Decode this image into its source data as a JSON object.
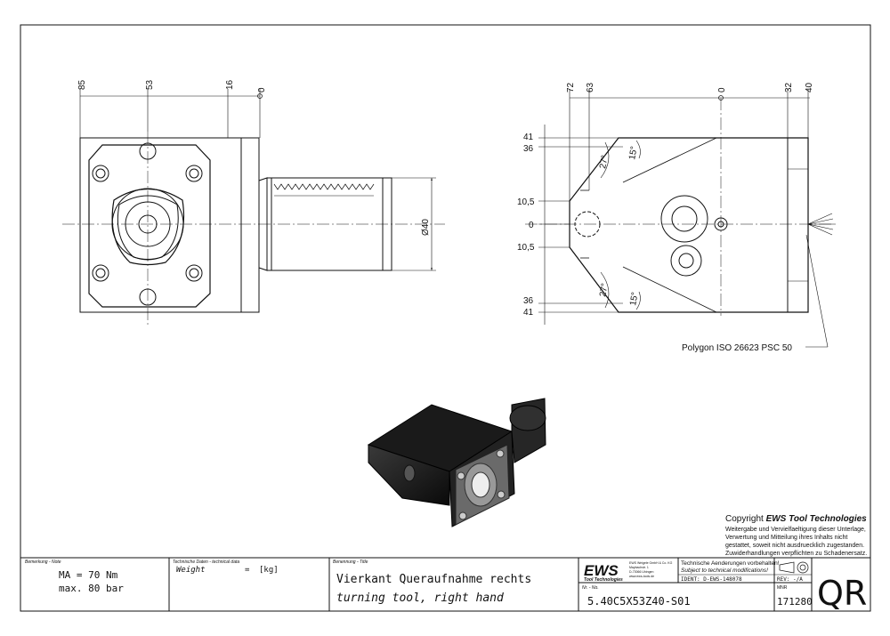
{
  "dims_front": {
    "d85": "85",
    "d53": "53",
    "d16": "16",
    "d0": "0",
    "dia40": "Ø40"
  },
  "dims_side": {
    "top_72": "72",
    "top_63": "63",
    "top_0": "0",
    "top_32": "32",
    "top_40": "40",
    "l_41a": "41",
    "l_36a": "36",
    "l_105a": "10,5",
    "l_0": "0",
    "l_105b": "10,5",
    "l_36b": "36",
    "l_41b": "41",
    "ang27a": "27°",
    "ang15a": "15°",
    "ang27b": "27°",
    "ang15b": "15°"
  },
  "polygon_label": "Polygon ISO 26623 PSC 50",
  "copyright": {
    "prefix": "Copyright ",
    "brand": "EWS Tool Technologies",
    "lines": [
      "Weitergabe und Vervielfaeltigung dieser Unterlage,",
      "Verwertung und Mitteilung ihres Inhalts nicht",
      "gestattet, soweit nicht ausdruecklich zugestanden.",
      "Zuwiderhandlungen verpflichten zu Schadenersatz."
    ]
  },
  "title_block": {
    "note_label": "Bemerkung - Note",
    "note_line1": "MA = 70 Nm",
    "note_line2": "max. 80 bar",
    "tech_label": "Technische Daten - technical data",
    "weight_label": "Weight",
    "weight_eq": "=",
    "weight_unit": "[kg]",
    "title_label": "Benennung - Title",
    "title_de": "Vierkant Queraufnahme rechts",
    "title_en": "turning tool, right hand",
    "logo": "EWS",
    "logo_sub": "Tool Technologies",
    "company_lines": [
      "EWS Weigele GmbH & Co. KG",
      "Maybachstr. 1",
      "D-73066 Uhingen",
      "www.ews-tools.de"
    ],
    "notice_de": "Technische Aenderungen vorbehalten!",
    "notice_en": "Subject to technical modifications!",
    "ident": "IDENT: D-EWS-148078",
    "rev": "REV: -/A",
    "nr_label": "Nr. - No.",
    "part_no": "5.40C5X53Z40-S01",
    "mnr_label": "MNR",
    "mnr": "171280",
    "qr": "QR"
  }
}
